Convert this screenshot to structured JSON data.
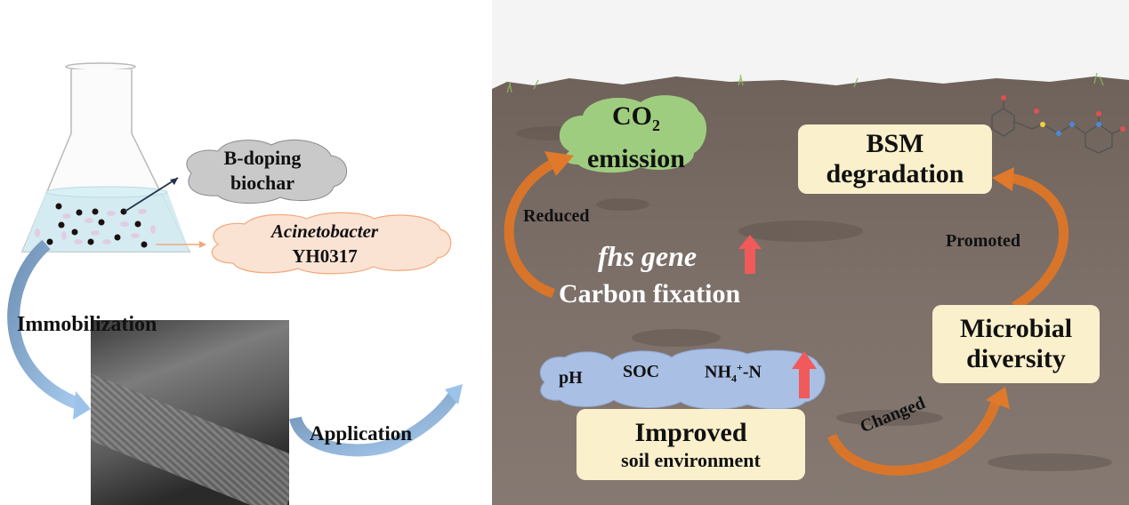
{
  "left_panel": {
    "biochar_label_line1": "B-doping",
    "biochar_label_line2": "biochar",
    "bacteria_label_line1": "Acinetobacter",
    "bacteria_label_line2": "YH0317",
    "immobilization_label": "Immobilization",
    "application_label": "Application"
  },
  "soil_panel": {
    "co2_label": "CO",
    "co2_subscript": "2",
    "emission_label": "emission",
    "reduced_label": "Reduced",
    "fhs_gene_label": "fhs gene",
    "carbon_fixation_label": "Carbon fixation",
    "bsm_line1": "BSM",
    "bsm_line2": "degradation",
    "promoted_label": "Promoted",
    "microbial_line1": "Microbial",
    "microbial_line2": "diversity",
    "ph_label": "pH",
    "soc_label": "SOC",
    "nh4_label": "NH",
    "nh4_sub": "4",
    "nh4_sup": "+",
    "nh4_suffix": "-N",
    "improved_line1": "Improved",
    "improved_line2": "soil environment",
    "changed_label": "Changed"
  },
  "colors": {
    "soil": "#7b6e66",
    "co2_cloud": "#9fcd80",
    "gray_cloud": "#c9c9c9",
    "peach_cloud": "#fbe3d4",
    "blue_cloud": "#a9bfe4",
    "box": "#fbf0cc",
    "orange_arrow": "#e07a2a",
    "red_arrow": "#f05a5a",
    "blue_arrow": "#8fb5de"
  }
}
